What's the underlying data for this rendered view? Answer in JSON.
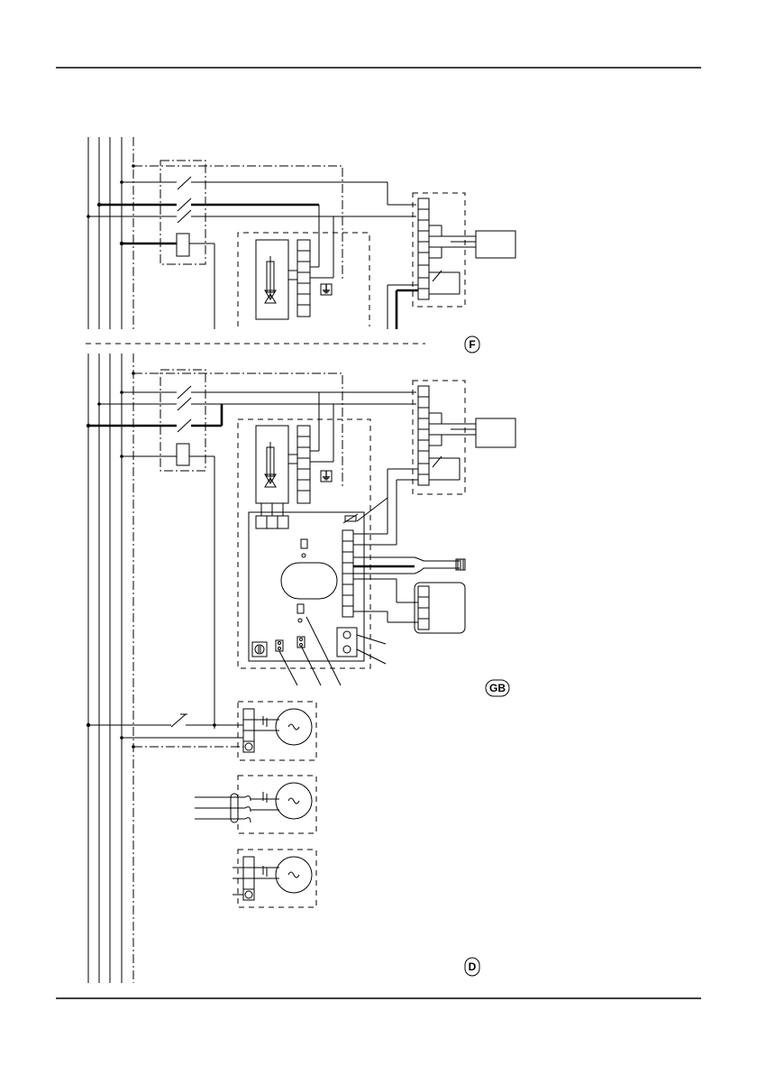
{
  "labels": {
    "region_f": "F",
    "region_gb": "GB",
    "region_d": "D"
  },
  "symbols": {
    "ground": "⏚"
  }
}
